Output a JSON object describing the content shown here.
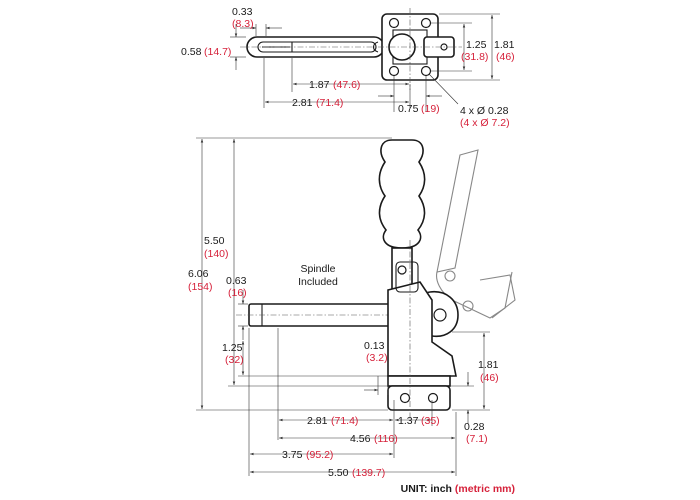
{
  "unit_label": {
    "prefix": "UNIT: inch",
    "suffix": "(metric mm)"
  },
  "note": {
    "line1": "Spindle",
    "line2": "Included"
  },
  "colors": {
    "inch": "#1a1a1a",
    "metric": "#d6213a"
  },
  "dims": {
    "top_0_33": {
      "inch": "0.33",
      "mm": "(8.3)"
    },
    "top_0_58": {
      "inch": "0.58",
      "mm": "(14.7)"
    },
    "top_1_87": {
      "inch": "1.87",
      "mm": "(47.6)"
    },
    "top_2_81": {
      "inch": "2.81",
      "mm": "(71.4)"
    },
    "top_0_75": {
      "inch": "0.75",
      "mm": "(19)"
    },
    "top_hole": {
      "inch": "4 x Ø 0.28",
      "mm": "(4 x Ø 7.2)"
    },
    "top_1_25": {
      "inch": "1.25",
      "mm": "(31.8)"
    },
    "top_1_81": {
      "inch": "1.81",
      "mm": "(46)"
    },
    "side_5_50": {
      "inch": "5.50",
      "mm": "(140)"
    },
    "side_6_06": {
      "inch": "6.06",
      "mm": "(154)"
    },
    "side_0_63": {
      "inch": "0.63",
      "mm": "(16)"
    },
    "side_1_25": {
      "inch": "1.25",
      "mm": "(32)"
    },
    "side_0_13": {
      "inch": "0.13",
      "mm": "(3.2)"
    },
    "side_1_81": {
      "inch": "1.81",
      "mm": "(46)"
    },
    "side_0_28": {
      "inch": "0.28",
      "mm": "(7.1)"
    },
    "bot_2_81": {
      "inch": "2.81",
      "mm": "(71.4)"
    },
    "bot_1_37": {
      "inch": "1.37",
      "mm": "(35)"
    },
    "bot_4_56": {
      "inch": "4.56",
      "mm": "(116)"
    },
    "bot_3_75": {
      "inch": "3.75",
      "mm": "(95.2)"
    },
    "bot_5_50": {
      "inch": "5.50",
      "mm": "(139.7)"
    }
  }
}
